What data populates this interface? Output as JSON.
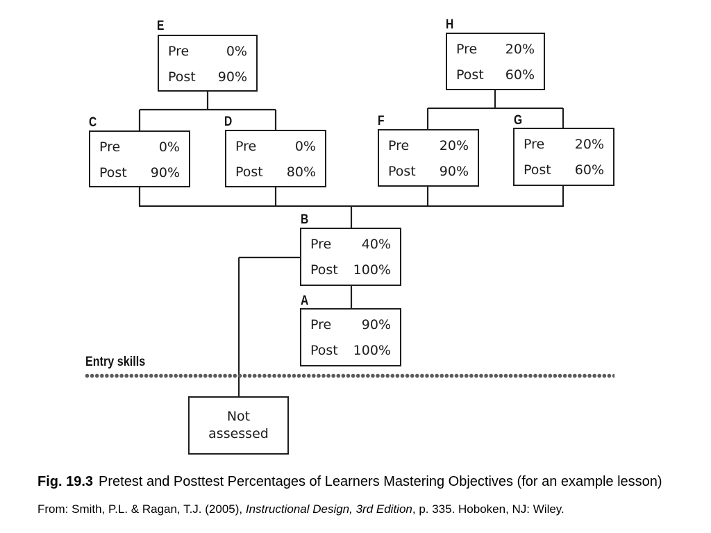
{
  "nodes": {
    "E": {
      "label": "E",
      "rows": [
        {
          "name": "Pre",
          "value": "0%"
        },
        {
          "name": "Post",
          "value": "90%"
        }
      ]
    },
    "H": {
      "label": "H",
      "rows": [
        {
          "name": "Pre",
          "value": "20%"
        },
        {
          "name": "Post",
          "value": "60%"
        }
      ]
    },
    "C": {
      "label": "C",
      "rows": [
        {
          "name": "Pre",
          "value": "0%"
        },
        {
          "name": "Post",
          "value": "90%"
        }
      ]
    },
    "D": {
      "label": "D",
      "rows": [
        {
          "name": "Pre",
          "value": "0%"
        },
        {
          "name": "Post",
          "value": "80%"
        }
      ]
    },
    "F": {
      "label": "F",
      "rows": [
        {
          "name": "Pre",
          "value": "20%"
        },
        {
          "name": "Post",
          "value": "90%"
        }
      ]
    },
    "G": {
      "label": "G",
      "rows": [
        {
          "name": "Pre",
          "value": "20%"
        },
        {
          "name": "Post",
          "value": "60%"
        }
      ]
    },
    "B": {
      "label": "B",
      "rows": [
        {
          "name": "Pre",
          "value": "40%"
        },
        {
          "name": "Post",
          "value": "100%"
        }
      ]
    },
    "A": {
      "label": "A",
      "rows": [
        {
          "name": "Pre",
          "value": "90%"
        },
        {
          "name": "Post",
          "value": "100%"
        }
      ]
    }
  },
  "entry_skills": "Entry skills",
  "not_assessed": {
    "line1": "Not",
    "line2": "assessed"
  },
  "caption": {
    "fig": "Fig. 19.3",
    "text": "Pretest and Posttest Percentages of Learners Mastering Objectives (for an example lesson)"
  },
  "source": {
    "prefix": "From: Smith, P.L. & Ragan, T.J. (2005), ",
    "book": "Instructional Design, 3rd Edition",
    "suffix": ", p. 335. Hoboken, NJ: Wiley."
  }
}
